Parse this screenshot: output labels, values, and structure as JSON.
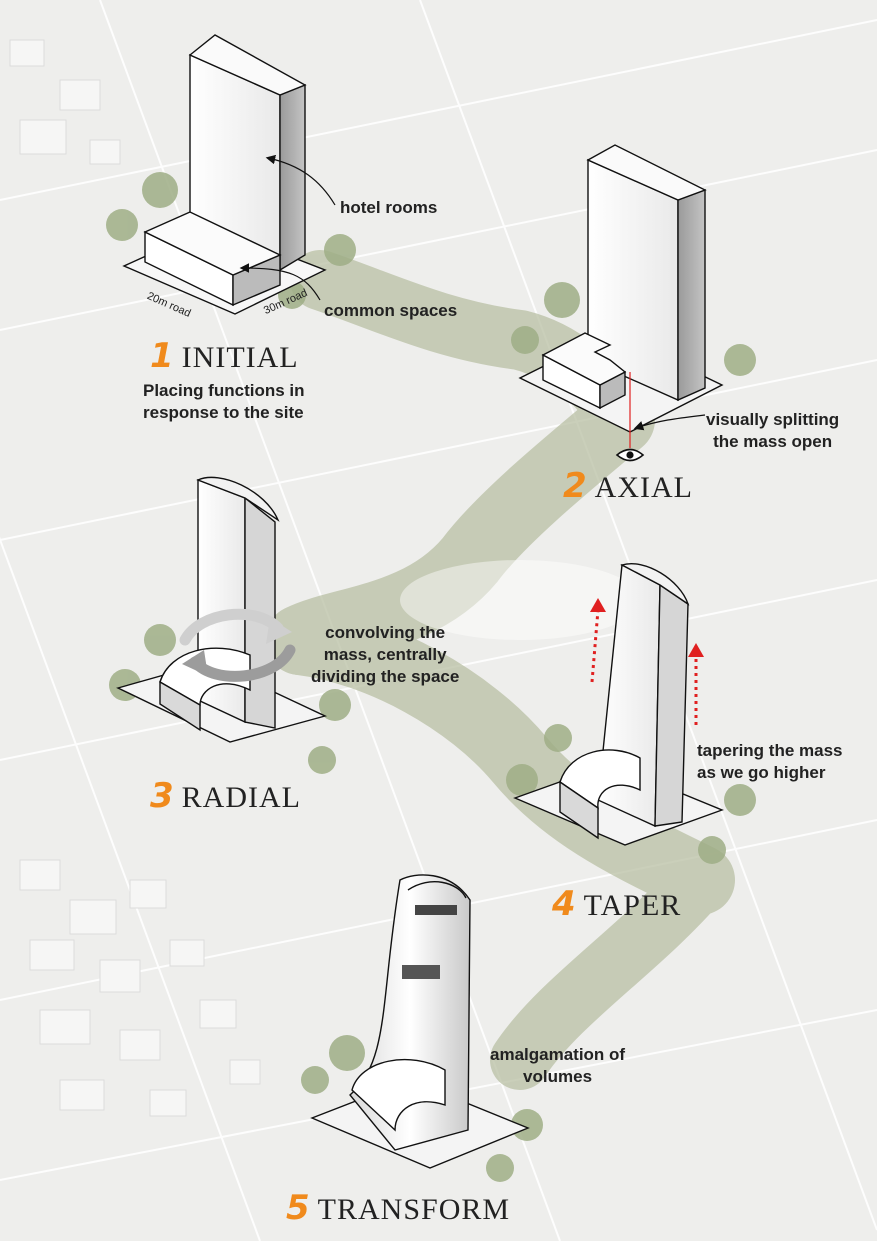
{
  "steps": [
    {
      "num": "1",
      "title": "INITIAL",
      "caption": "Placing functions in\nresponse to the site"
    },
    {
      "num": "2",
      "title": "AXIAL",
      "caption": "visually splitting\nthe mass open"
    },
    {
      "num": "3",
      "title": "RADIAL",
      "caption": "convolving the\nmass, centrally\ndividing the space"
    },
    {
      "num": "4",
      "title": "TAPER",
      "caption": "tapering the mass\nas we go higher"
    },
    {
      "num": "5",
      "title": "TRANSFORM",
      "caption": "amalgamation of\nvolumes"
    }
  ],
  "annotations": {
    "hotel_rooms": "hotel rooms",
    "common_spaces": "common spaces",
    "road_20m": "20m road",
    "road_30m": "30m road"
  },
  "colors": {
    "accent": "#f08a1c",
    "arrow_red": "#e02020",
    "foliage": "#b9c0a4",
    "background": "#eeeeec"
  }
}
